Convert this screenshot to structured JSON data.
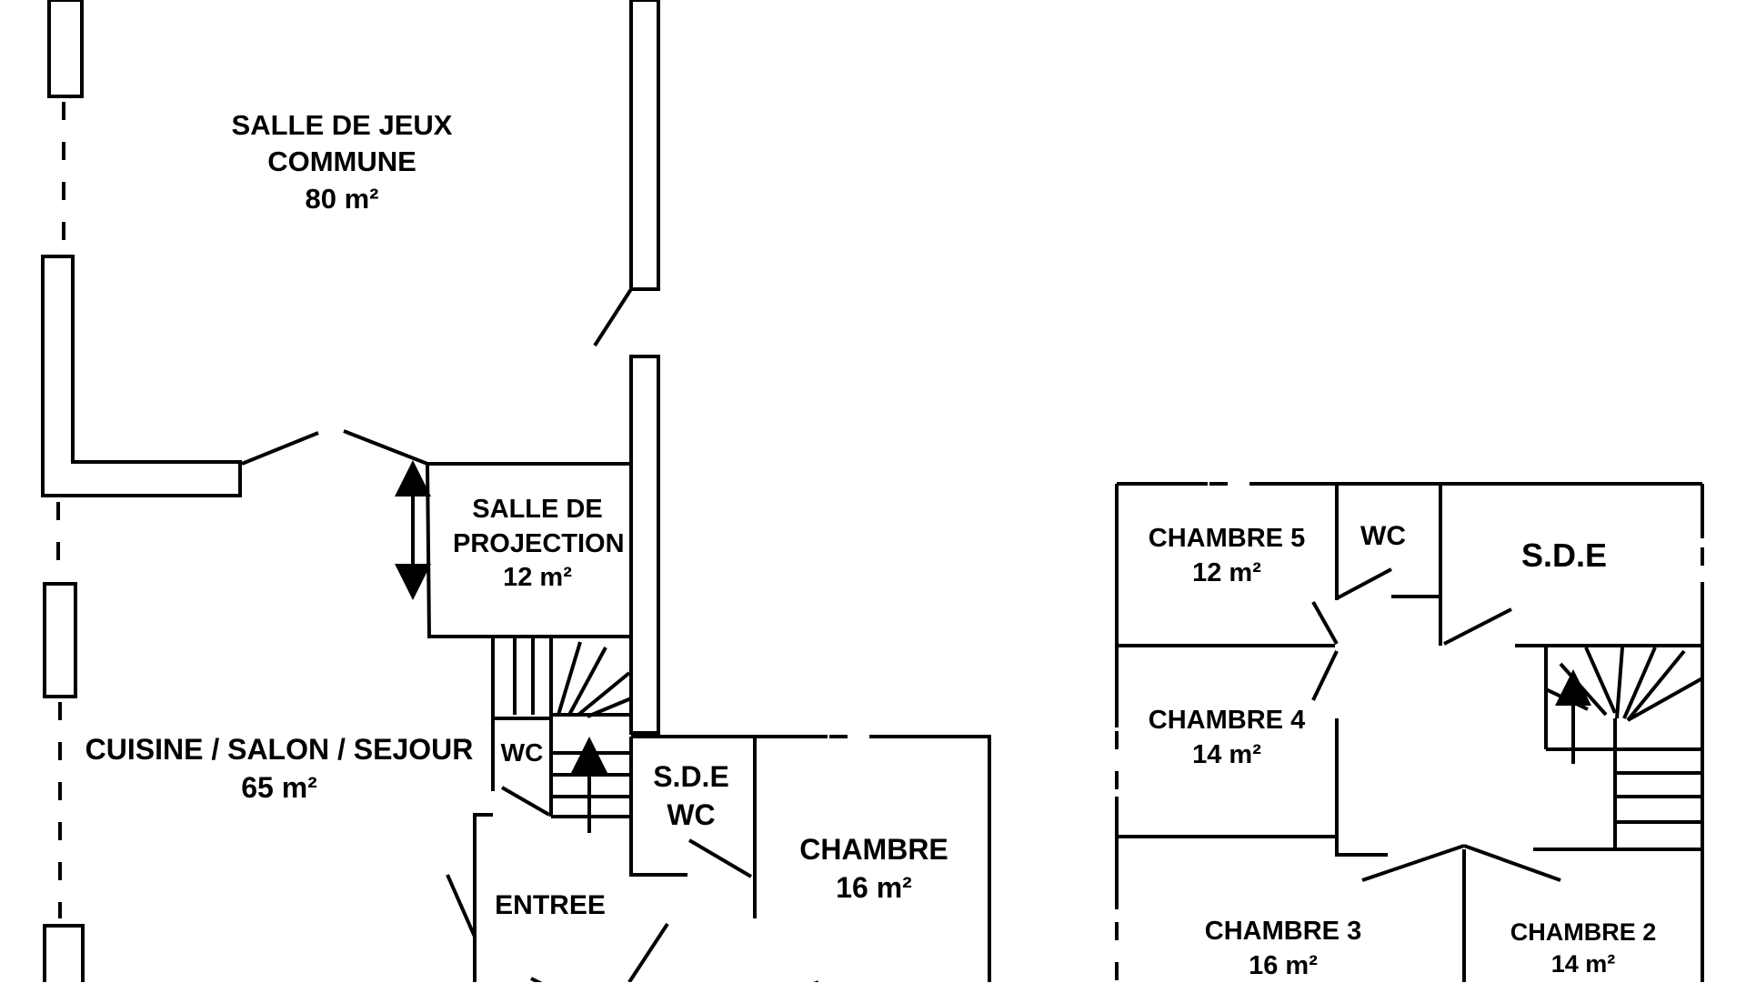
{
  "rooms": {
    "salle_jeux": {
      "line1": "SALLE DE JEUX",
      "line2": "COMMUNE",
      "area": "80 m²"
    },
    "salle_projection": {
      "line1": "SALLE DE",
      "line2": "PROJECTION",
      "area": "12 m²"
    },
    "cuisine": {
      "line1": "CUISINE / SALON / SEJOUR",
      "area": "65 m²"
    },
    "wc_ground": {
      "label": "WC"
    },
    "sde_wc": {
      "line1": "S.D.E",
      "line2": "WC"
    },
    "chambre": {
      "line1": "CHAMBRE",
      "area": "16 m²"
    },
    "entree": {
      "label": "ENTREE"
    },
    "chambre5": {
      "line1": "CHAMBRE 5",
      "area": "12 m²"
    },
    "wc_upper": {
      "label": "WC"
    },
    "sde_upper": {
      "label": "S.D.E"
    },
    "chambre4": {
      "line1": "CHAMBRE 4",
      "area": "14 m²"
    },
    "chambre3": {
      "line1": "CHAMBRE 3",
      "area": "16 m²"
    },
    "chambre2": {
      "line1": "CHAMBRE 2",
      "area": "14 m²"
    }
  },
  "colors": {
    "line": "#000000",
    "background": "#ffffff"
  }
}
